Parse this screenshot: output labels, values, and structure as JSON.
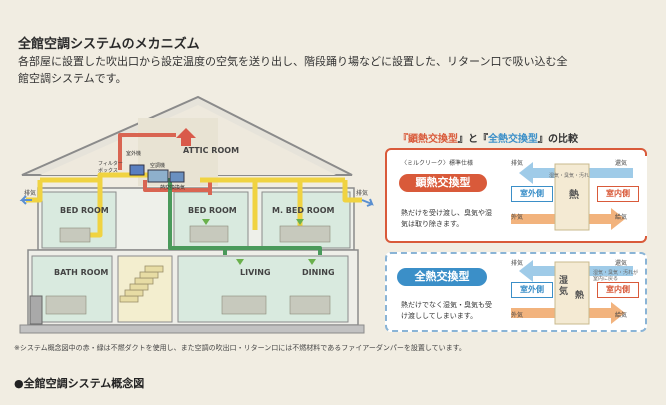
{
  "title": "全館空調システムのメカニズム",
  "description": "各部屋に設置した吹出口から設定温度の空気を送り出し、階段踊り場などに設置した、リターン口で吸い込む全館空調システムです。",
  "rooms": {
    "attic": "ATTIC ROOM",
    "bed1": "BED ROOM",
    "bed2": "BED ROOM",
    "mbed": "M. BED ROOM",
    "bath": "BATH ROOM",
    "living": "LIVING",
    "dining": "DINING"
  },
  "house_labels": {
    "exhaust_left": "排気",
    "exhaust_right": "排気",
    "unit_a": "室外機",
    "unit_b": "フィルター\nボックス",
    "unit_c": "空調機",
    "unit_d": "熱交換換気"
  },
  "comparison": {
    "heading_prefix": "『",
    "type1": "顕熱交換型",
    "heading_mid": "』と『",
    "type2": "全熱交換型",
    "heading_suffix": "』の比較",
    "card1": {
      "spec_note": "〈ミルクリーク〉標準仕様",
      "name": "顕熱交換型",
      "outdoor": "室外側",
      "indoor": "室内側",
      "center": "熱",
      "exhaust": "排気",
      "intake": "外気",
      "supply_air": "還気",
      "supply": "給気",
      "smell_note": "湿気・臭気・汚れ",
      "description": "熱だけを受け渡し、臭気や湿気は取り除きます。"
    },
    "card2": {
      "name": "全熱交換型",
      "outdoor": "室外側",
      "indoor": "室内側",
      "center_a": "湿気",
      "center_b": "熱",
      "exhaust": "排気",
      "intake": "外気",
      "supply_air": "還気",
      "supply": "給気",
      "smell_note": "湿気・臭気・汚れが室内に戻る",
      "description": "熱だけでなく湿気・臭気も受け渡ししてしまいます。"
    }
  },
  "footnote": "※システム概念図中の赤・緑は不燃ダクトを使用し、また空調の吹出口・リターン口には不燃材料であるファイアーダンパーを設置しています。",
  "caption": "●全館空調システム概念図",
  "colors": {
    "background": "#f1ede2",
    "duct_red": "#d96552",
    "duct_green": "#4a9a5b",
    "duct_yellow": "#f0d341",
    "wall_green": "#cfe4d8",
    "accent_red": "#d95a3a",
    "accent_blue": "#3b8fc8"
  }
}
